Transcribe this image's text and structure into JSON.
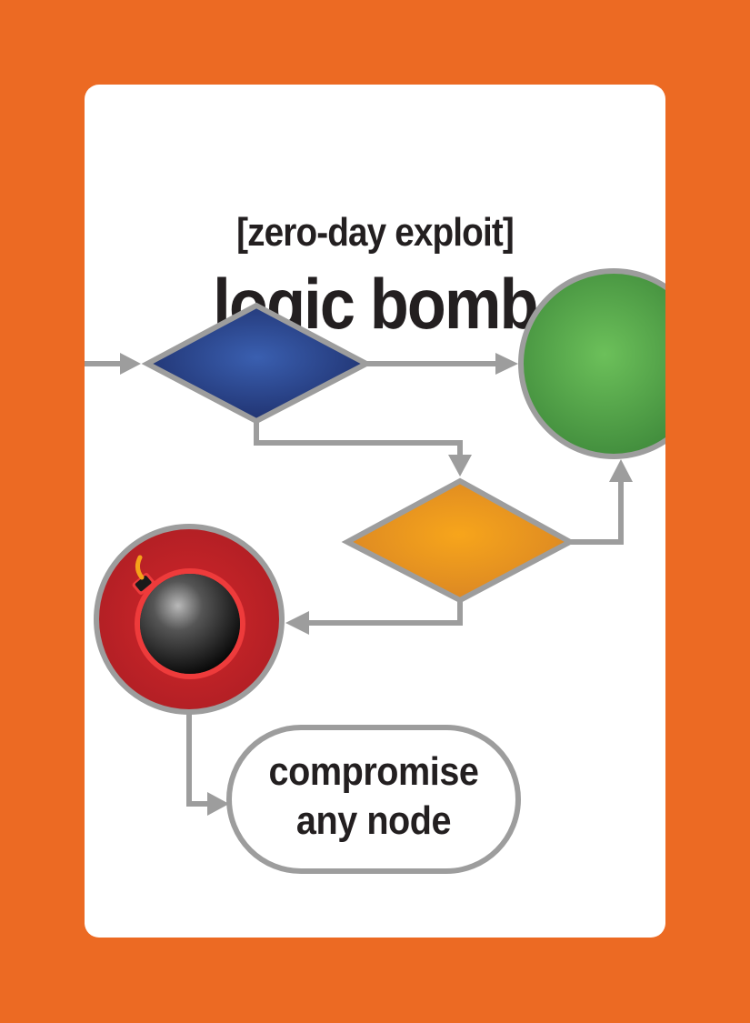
{
  "card": {
    "subtitle": "[zero-day exploit]",
    "title": "logic bomb",
    "terminal_lines": [
      "compromise",
      "any node"
    ]
  },
  "diagram": {
    "nodes": [
      {
        "name": "decision-blue",
        "shape": "diamond",
        "color": "#2e4a99"
      },
      {
        "name": "decision-orange",
        "shape": "diamond",
        "color": "#f5a11c"
      },
      {
        "name": "end-green",
        "shape": "circle",
        "color": "#5fb04b"
      },
      {
        "name": "bomb-node",
        "shape": "circle",
        "color": "#c42026",
        "icon": "bomb-icon"
      },
      {
        "name": "terminal-compromise",
        "shape": "pill"
      }
    ]
  },
  "colors": {
    "background": "#ec6a23",
    "card": "#ffffff",
    "connector": "#9d9d9d",
    "text": "#231f20"
  }
}
